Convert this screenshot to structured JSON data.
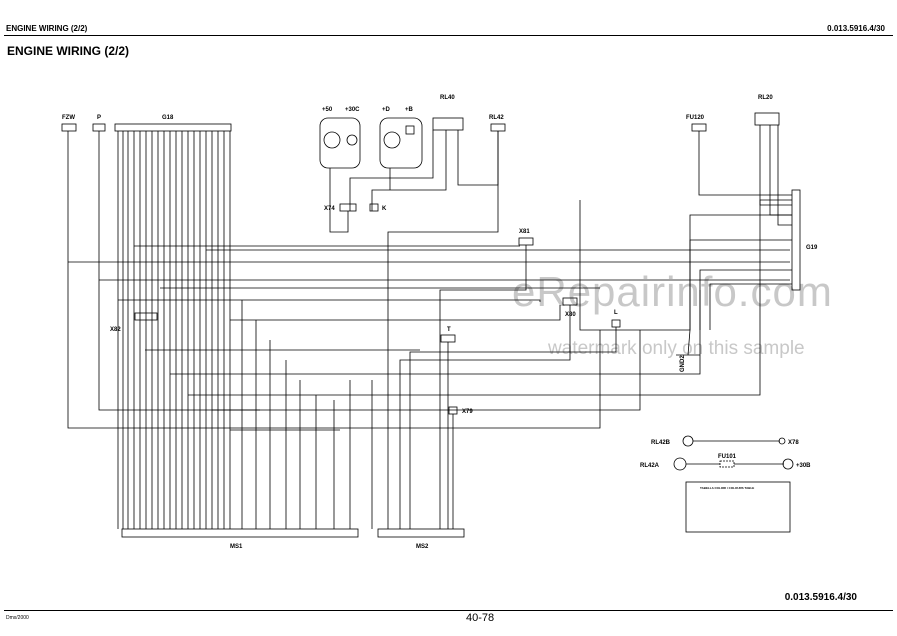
{
  "header": {
    "left": "ENGINE WIRING (2/2)",
    "right": "0.013.5916.4/30"
  },
  "title": "ENGINE WIRING (2/2)",
  "footer": {
    "doc_ref": "0.013.5916.4/30",
    "page": "40-78",
    "small_code": "Dmx/2000"
  },
  "watermark": {
    "main": "eRepairinfo.com",
    "sub": "watermark only on this sample"
  },
  "labels": {
    "fzw": "FZW",
    "p": "P",
    "g18": "G18",
    "p50": "+50",
    "p30c": "+30C",
    "pd": "+D",
    "pb": "+B",
    "rl40": "RL40",
    "rl42": "RL42",
    "fu120": "FU120",
    "rl20": "RL20",
    "x74": "X74",
    "k": "K",
    "x81": "X81",
    "g19": "G19",
    "x80": "X80",
    "l": "L",
    "gnd2": "GND2",
    "x82": "X82",
    "t": "T",
    "x79": "X79",
    "rl42b": "RL42B",
    "x78": "X78",
    "fu101": "FU101",
    "rl42a": "RL42A",
    "p30b": "+30B",
    "ms1": "MS1",
    "ms2": "MS2",
    "color_table_title": "TABELLA COLORI / COLOURS TABLE"
  }
}
